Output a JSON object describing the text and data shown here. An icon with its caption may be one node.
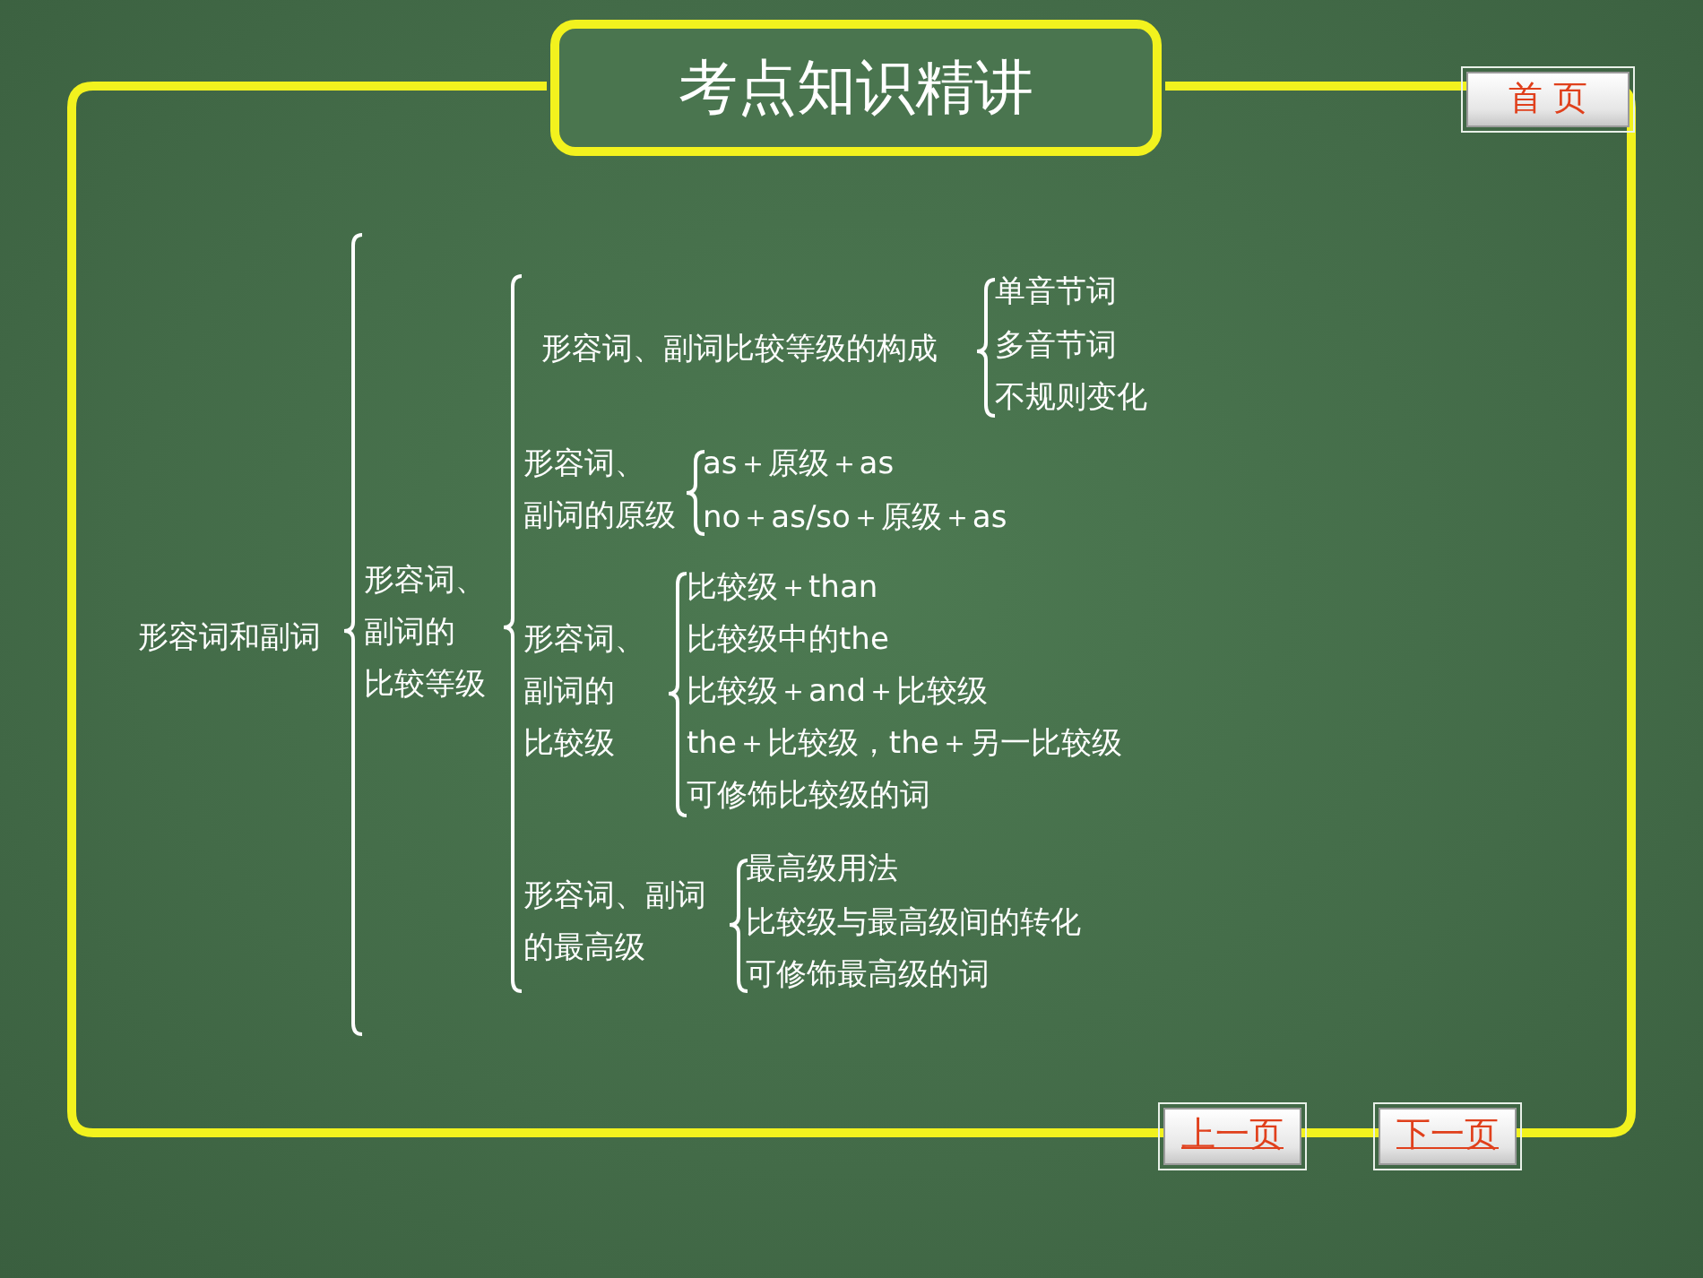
{
  "diagram": {
    "title": "考点知识精讲",
    "nodes": [
      {
        "text": [
          "形容词和副词"
        ]
      },
      {
        "text": [
          "形容词、副词的比较等级"
        ]
      },
      {
        "text": [
          "形容词、副词比较等级的构成"
        ]
      },
      {
        "text": [
          "单音节词"
        ]
      },
      {
        "text": [
          "多音节词"
        ]
      },
      {
        "text": [
          "不规则变化"
        ]
      },
      {
        "text": [
          "形容词、副词的原级"
        ]
      },
      {
        "text": [
          "as＋原级＋as"
        ]
      },
      {
        "text": [
          "no＋as/so＋原级＋as"
        ]
      },
      {
        "text": [
          "形容词、副词的比较级"
        ]
      },
      {
        "text": [
          "比较级＋than"
        ]
      },
      {
        "text": [
          "比较级中的the"
        ]
      },
      {
        "text": [
          "比较级＋and＋比较级"
        ]
      },
      {
        "text": [
          "the＋比较级，the＋另一比较级"
        ]
      },
      {
        "text": [
          "可修饰比较级的词"
        ]
      },
      {
        "text": [
          "形容词、副词的最高级"
        ]
      },
      {
        "text": [
          "最高级用法"
        ]
      },
      {
        "text": [
          "比较级与最高级间的转化"
        ]
      },
      {
        "text": [
          "可修饰最高级的词"
        ]
      }
    ],
    "labels": [
      "首 页",
      "上一页",
      "下一页"
    ]
  }
}
